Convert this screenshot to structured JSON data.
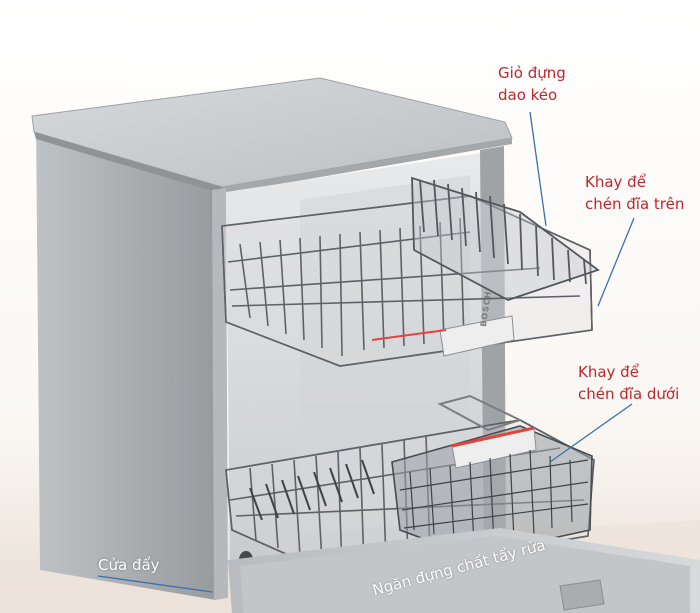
{
  "callouts": {
    "cutlery_basket": {
      "line1": "Giỏ đựng",
      "line2": "dao kéo"
    },
    "upper_rack": {
      "line1": "Khay để",
      "line2": "chén đĩa trên"
    },
    "lower_rack": {
      "line1": "Khay để",
      "line2": "chén đĩa dưới"
    },
    "door": "Cửa đẩy",
    "detergent": "Ngăn đựng chất tẩy rửa"
  },
  "brand": "BOSCH",
  "colors": {
    "callout_red": "#c0262d",
    "leader_blue": "#3a6fb0",
    "steel": "#a7aaad",
    "steel_dark": "#6d7174",
    "rack_wire": "#5e6266",
    "rack_accent_red": "#e0443b"
  }
}
